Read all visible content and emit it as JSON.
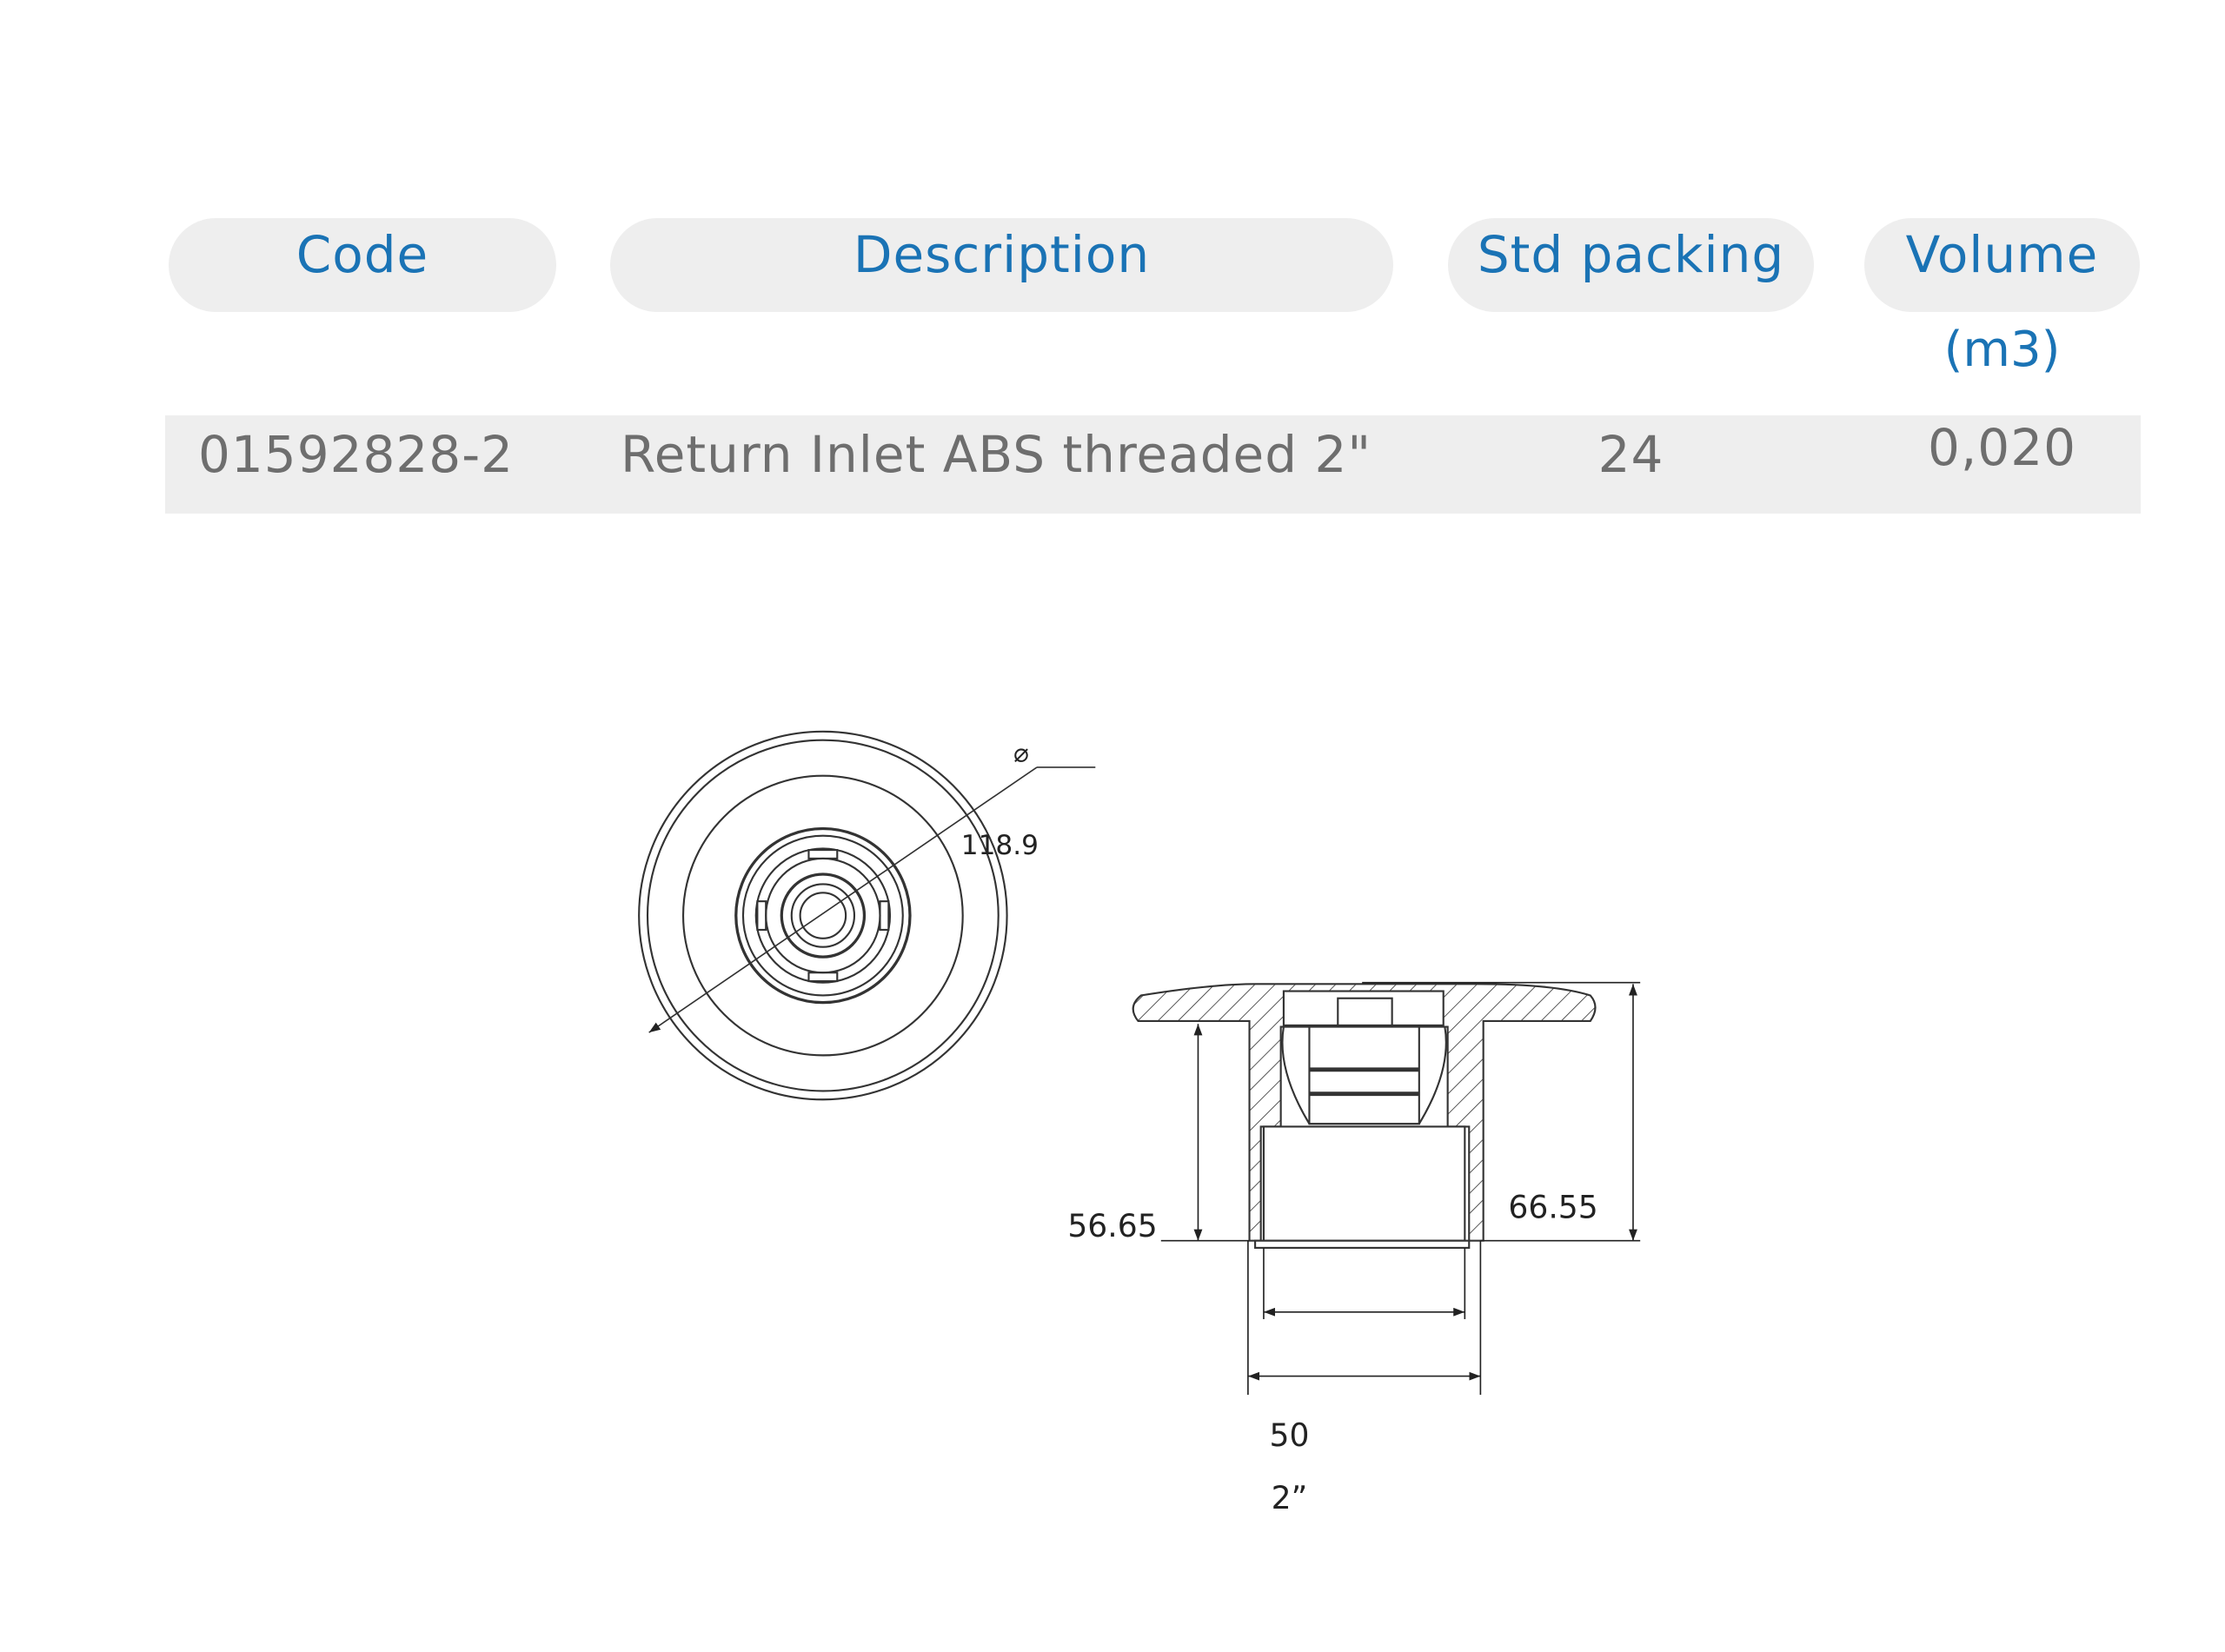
{
  "table": {
    "headers": {
      "code": "Code",
      "description": "Description",
      "std_packing": "Std packing",
      "volume": "Volume",
      "volume_unit": "(m3)"
    },
    "rows": [
      {
        "code": "01592828-2",
        "description": "Return Inlet ABS threaded 2\"",
        "std_packing": "24",
        "volume": "0,020"
      }
    ]
  },
  "drawing": {
    "diameter_symbol": "⌀",
    "diameter_value": "118.9",
    "left_height": "56.65",
    "right_height": "66.55",
    "width_mm": "50",
    "width_inch": "2”"
  },
  "colors": {
    "header_text": "#1a73b5",
    "pill_bg": "#eeeeee",
    "body_text": "#6e6e6e"
  }
}
